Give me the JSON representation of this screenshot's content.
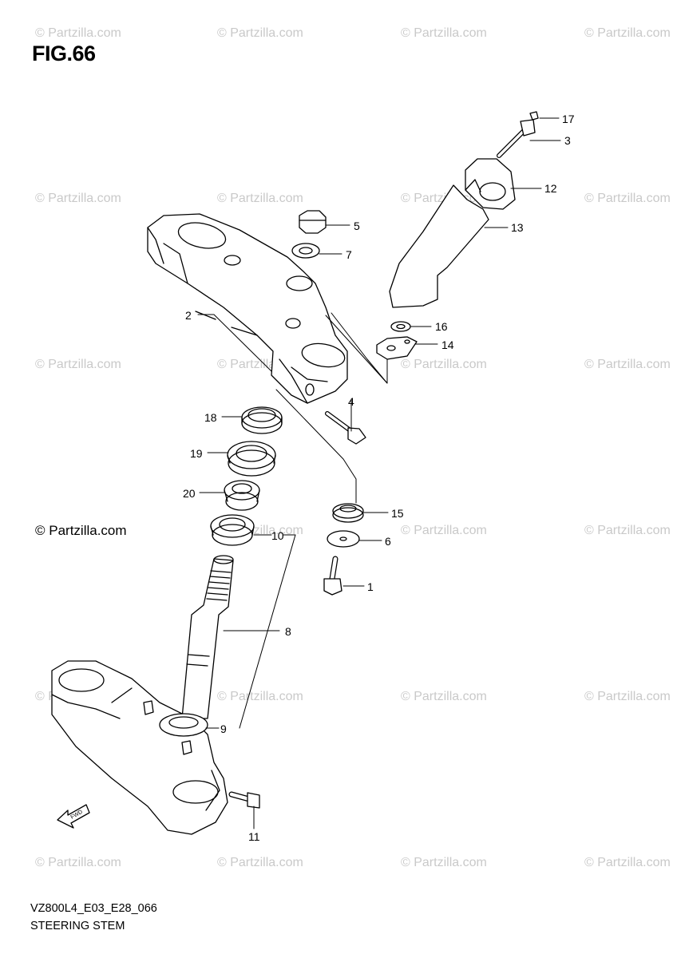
{
  "figure": {
    "title": "FIG.66",
    "code": "VZ800L4_E03_E28_066",
    "name": "STEERING STEM"
  },
  "watermark": {
    "text": "© Partzilla.com",
    "copyright_text": "© Partzilla.com"
  },
  "callouts": [
    "1",
    "2",
    "3",
    "4",
    "5",
    "6",
    "7",
    "8",
    "9",
    "10",
    "11",
    "12",
    "13",
    "14",
    "15",
    "16",
    "17",
    "18",
    "19",
    "20"
  ],
  "colors": {
    "line": "#000000",
    "watermark": "#c9c9c9"
  }
}
